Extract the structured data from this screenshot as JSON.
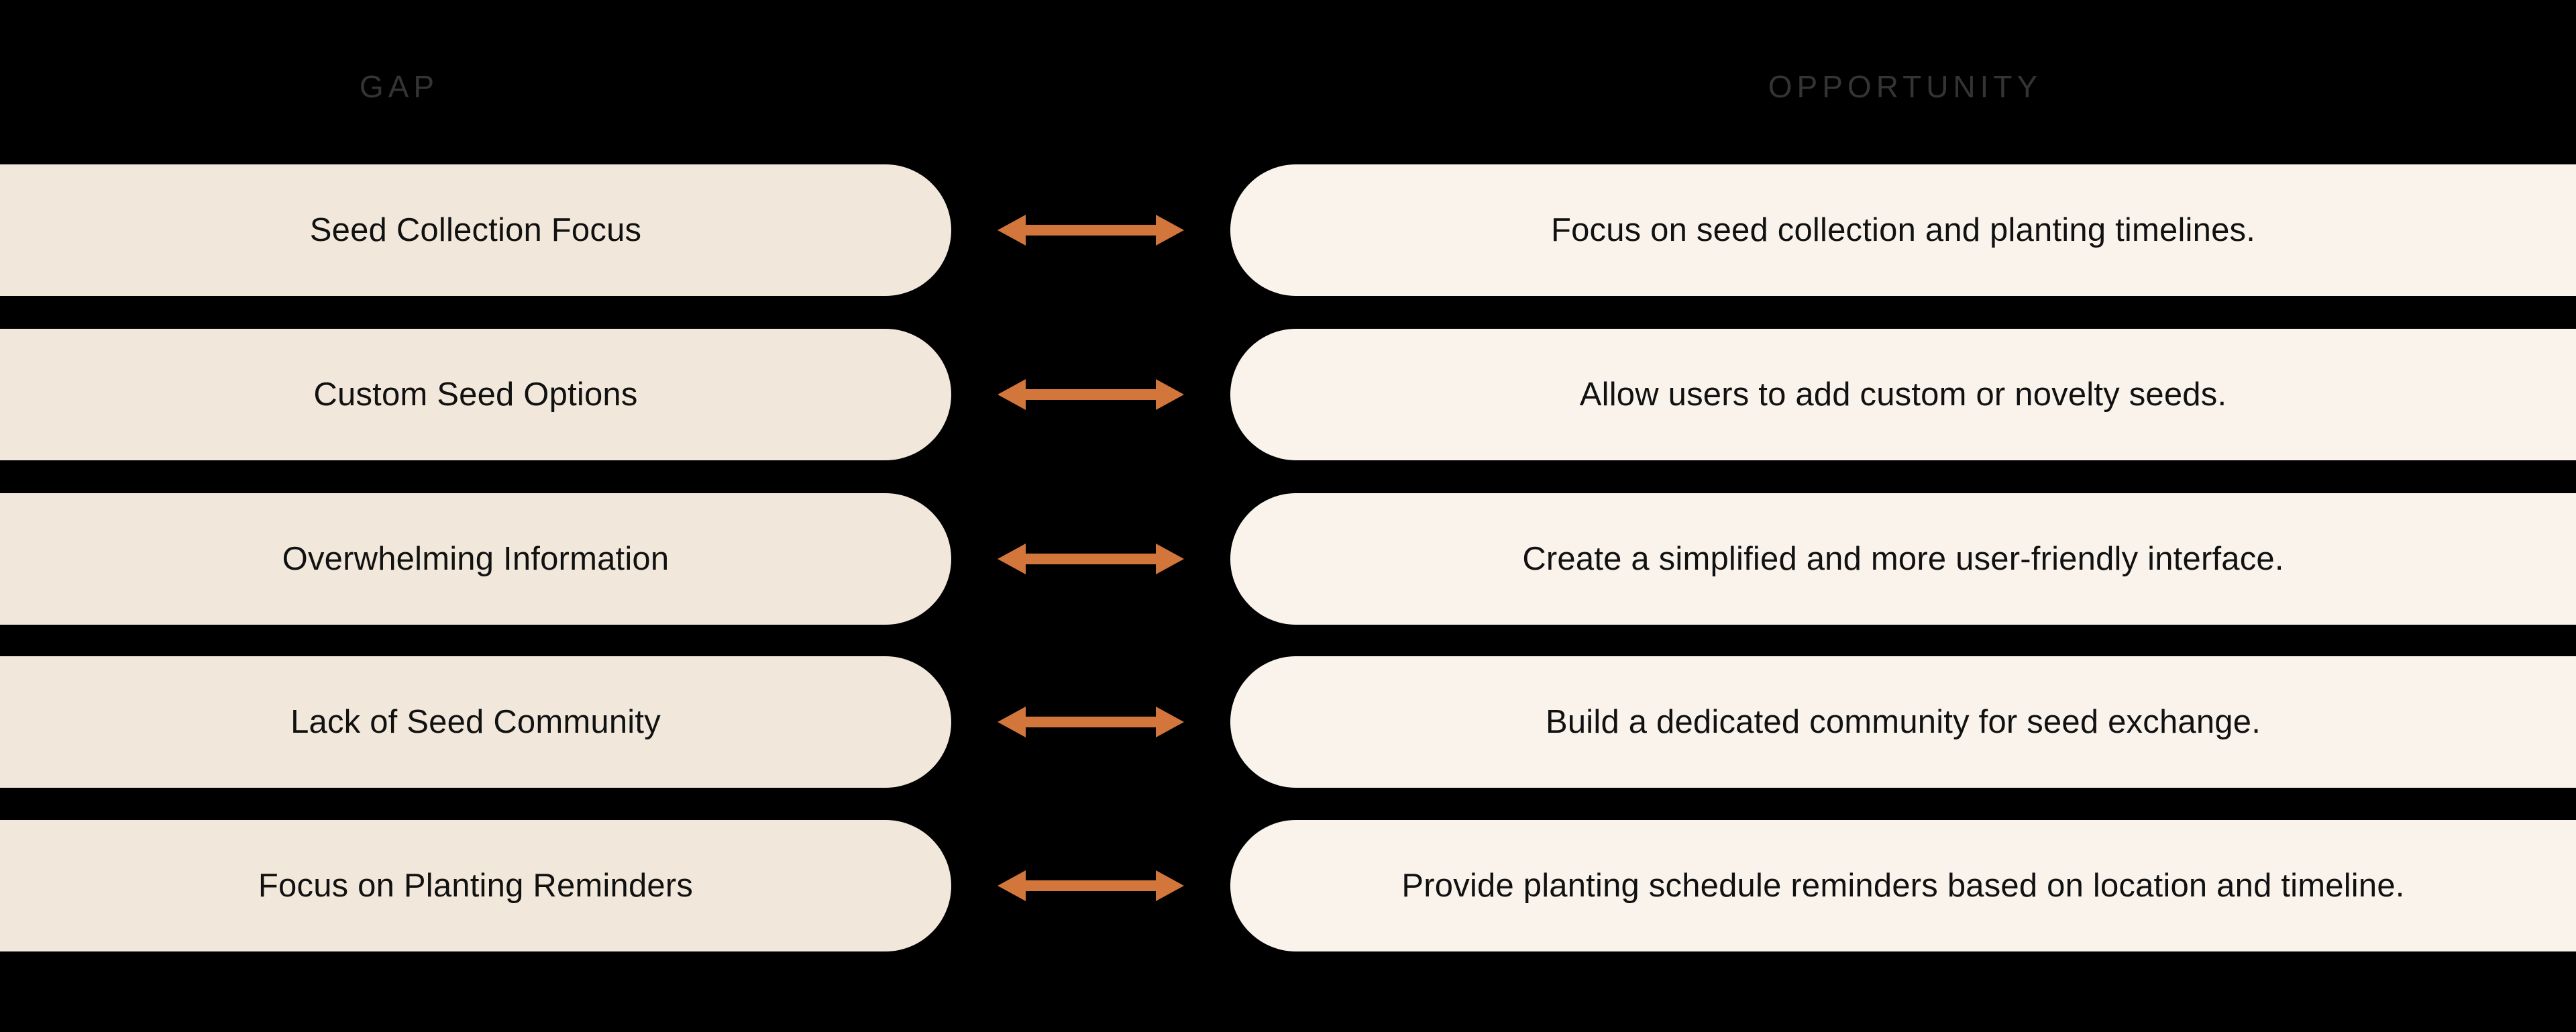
{
  "background_color": "#000000",
  "columns": {
    "left_header": "GAP",
    "right_header": "OPPORTUNITY",
    "header_color": "#343434"
  },
  "colors": {
    "gap_pill": "#f1e8db",
    "opportunity_pill": "#f9f3ec",
    "arrow": "#d2763c",
    "text": "#111111"
  },
  "rows": [
    {
      "gap": "Seed Collection Focus",
      "opportunity": "Focus on seed collection and planting timelines.",
      "connector": "double-headed-arrow"
    },
    {
      "gap": "Custom Seed Options",
      "opportunity": "Allow users to add custom or novelty seeds.",
      "connector": "double-headed-arrow"
    },
    {
      "gap": "Overwhelming Information",
      "opportunity": "Create a simplified and more user-friendly interface.",
      "connector": "double-headed-arrow"
    },
    {
      "gap": "Lack of Seed Community",
      "opportunity": "Build a dedicated community for seed exchange.",
      "connector": "double-headed-arrow"
    },
    {
      "gap": "Focus on Planting Reminders",
      "opportunity": "Provide planting schedule reminders based on location and timeline.",
      "connector": "double-headed-arrow"
    }
  ]
}
